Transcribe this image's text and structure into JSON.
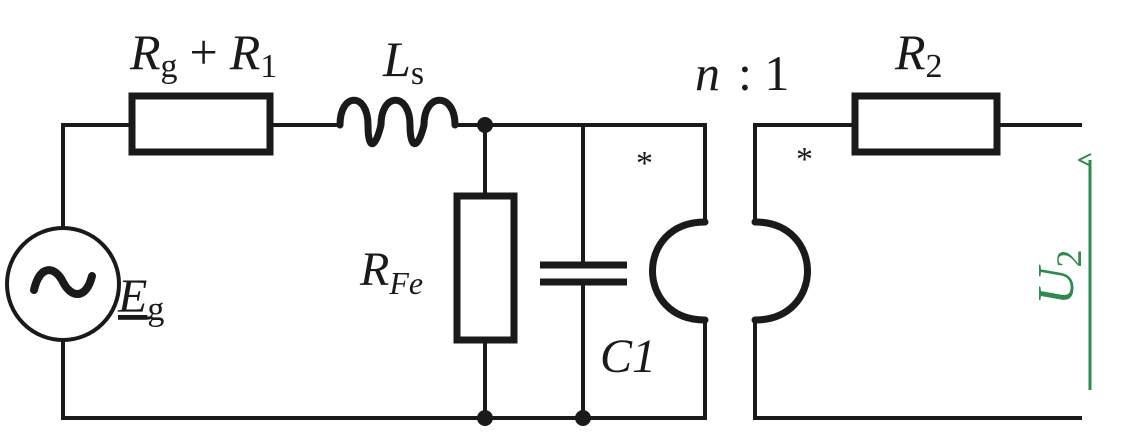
{
  "labels": {
    "rg_main": "R",
    "rg_sub": "g",
    "plus": "+",
    "r1_main": "R",
    "r1_sub": "1",
    "ls_main": "L",
    "ls_sub": "s",
    "ratio_n": "n",
    "ratio_rest": ": 1",
    "r2_main": "R",
    "r2_sub": "2",
    "eg_main": "E",
    "eg_sub": "g",
    "rfe_main": "R",
    "rfe_sub": "Fe",
    "c1": "C1",
    "dot_primary": "*",
    "dot_secondary": "*",
    "u2_main": "U",
    "u2_sub": "2"
  },
  "colors": {
    "wire": "#1a1a1a",
    "voltage_arrow": "#2e8b4e"
  },
  "icons": {
    "source": "ac-source-tilde-icon"
  }
}
